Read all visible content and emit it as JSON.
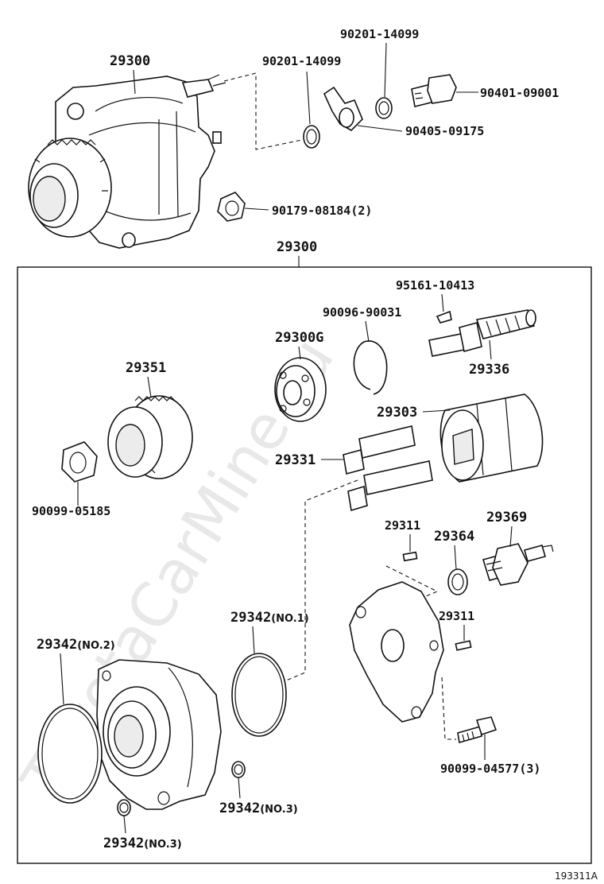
{
  "watermark": "ToyotaCarMine.ru",
  "figure_code": "193311A",
  "parts": {
    "p29300_top": "29300",
    "p29300_assy": "29300",
    "gasket_a": "90201-14099",
    "gasket_b": "90201-14099",
    "union_bolt": "90401-09001",
    "union": "90405-09175",
    "plug": "90179-08184",
    "plug_qty": "(2)",
    "key": "95161-10413",
    "snap_ring": "90096-90031",
    "bearing": "29300G",
    "shaft": "29336",
    "gear": "29351",
    "rotor": "29303",
    "nut": "90099-05185",
    "vane": "29331",
    "pin_a": "29311",
    "pin_b": "29311",
    "ring_small": "29364",
    "valve": "29369",
    "oring_no1": "29342",
    "oring_no1_note": "(NO.1)",
    "oring_no2": "29342",
    "oring_no2_note": "(NO.2)",
    "oring_no3_a": "29342",
    "oring_no3_a_note": "(NO.3)",
    "oring_no3_b": "29342",
    "oring_no3_b_note": "(NO.3)",
    "bolt": "90099-04577",
    "bolt_qty": "(3)"
  }
}
